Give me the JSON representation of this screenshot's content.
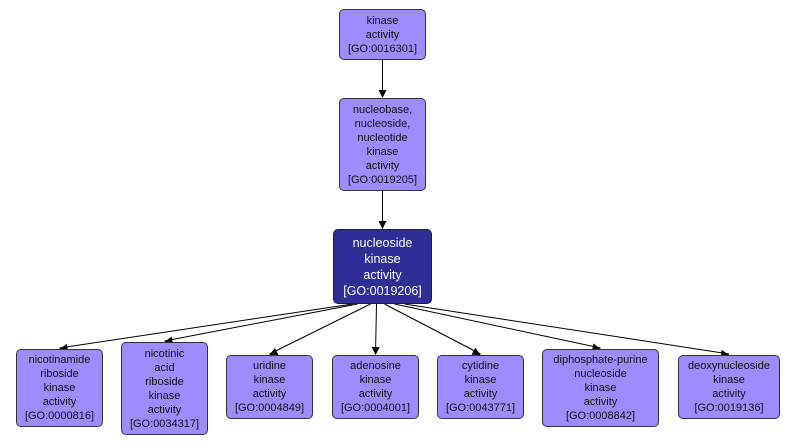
{
  "diagram": {
    "type": "GO term hierarchy",
    "colors": {
      "node_fill": "#9b8cff",
      "focus_fill": "#2e2e96",
      "edge": "#000000"
    },
    "nodes": [
      {
        "id": "n1",
        "lines": [
          "kinase",
          "activity",
          "[GO:0016301]"
        ]
      },
      {
        "id": "n2",
        "lines": [
          "nucleobase,",
          "nucleoside,",
          "nucleotide",
          "kinase",
          "activity",
          "[GO:0019205]"
        ]
      },
      {
        "id": "n3",
        "focus": true,
        "lines": [
          "nucleoside",
          "kinase",
          "activity",
          "[GO:0019206]"
        ]
      },
      {
        "id": "n4",
        "lines": [
          "nicotinamide",
          "riboside",
          "kinase",
          "activity",
          "[GO:0000816]"
        ]
      },
      {
        "id": "n5",
        "lines": [
          "nicotinic",
          "acid",
          "riboside",
          "kinase",
          "activity",
          "[GO:0034317]"
        ]
      },
      {
        "id": "n6",
        "lines": [
          "uridine",
          "kinase",
          "activity",
          "[GO:0004849]"
        ]
      },
      {
        "id": "n7",
        "lines": [
          "adenosine",
          "kinase",
          "activity",
          "[GO:0004001]"
        ]
      },
      {
        "id": "n8",
        "lines": [
          "cytidine",
          "kinase",
          "activity",
          "[GO:0043771]"
        ]
      },
      {
        "id": "n9",
        "lines": [
          "diphosphate-purine",
          "nucleoside",
          "kinase",
          "activity",
          "[GO:0008842]"
        ]
      },
      {
        "id": "n10",
        "lines": [
          "deoxynucleoside",
          "kinase",
          "activity",
          "[GO:0019136]"
        ]
      }
    ],
    "edges": [
      {
        "from": "n1",
        "to": "n2"
      },
      {
        "from": "n2",
        "to": "n3"
      },
      {
        "from": "n3",
        "to": "n4"
      },
      {
        "from": "n3",
        "to": "n5"
      },
      {
        "from": "n3",
        "to": "n6"
      },
      {
        "from": "n3",
        "to": "n7"
      },
      {
        "from": "n3",
        "to": "n8"
      },
      {
        "from": "n3",
        "to": "n9"
      },
      {
        "from": "n3",
        "to": "n10"
      }
    ]
  }
}
